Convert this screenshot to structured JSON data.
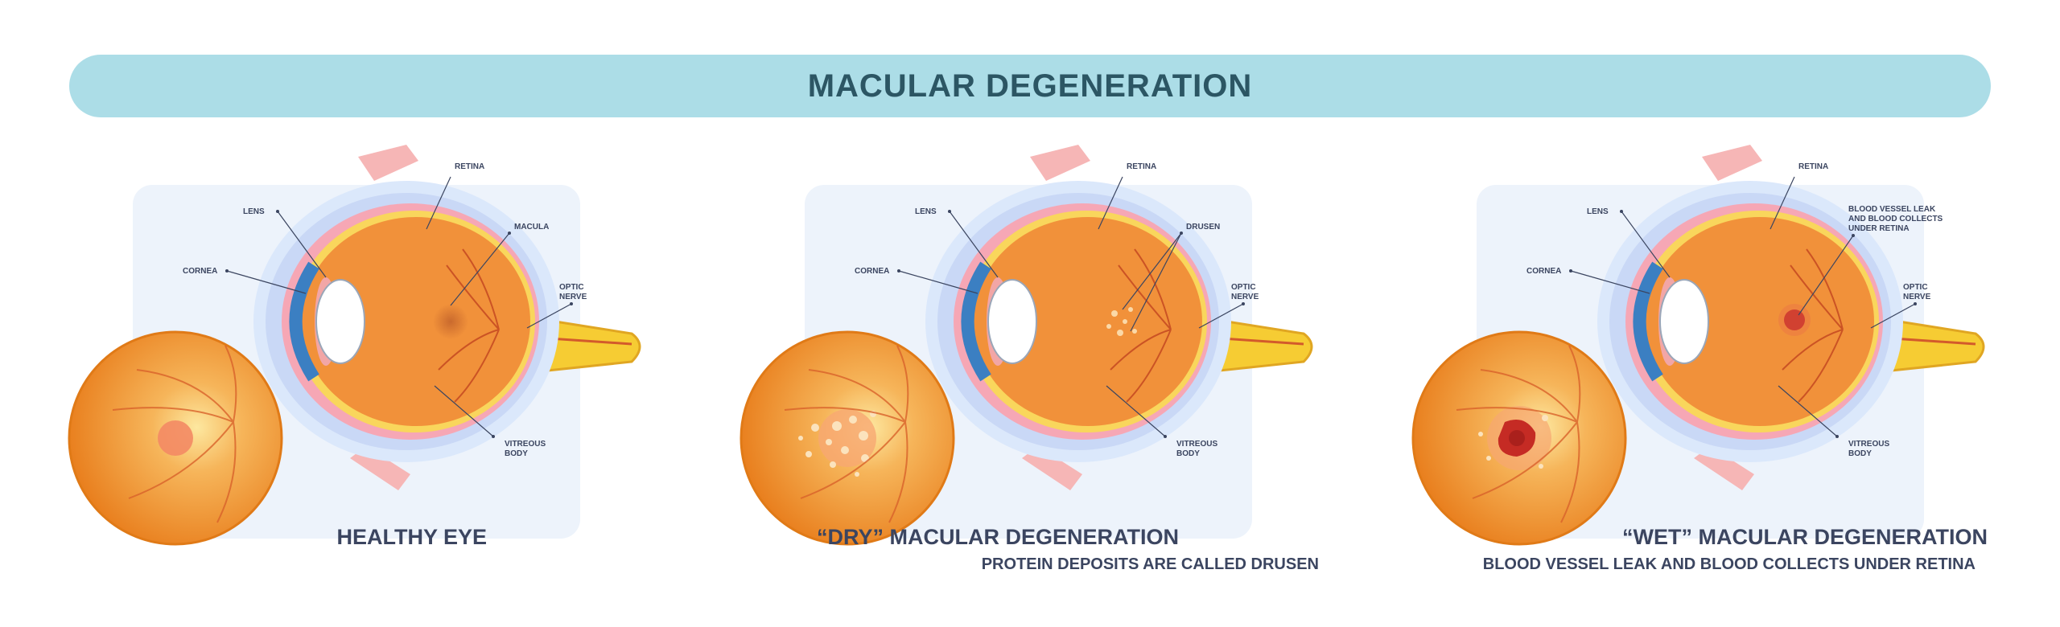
{
  "title": "MACULAR DEGENERATION",
  "colors": {
    "banner": "#acdde7",
    "title_text": "#2c5664",
    "panel_bg": "#edf3fb",
    "eyeball": "#f1913a",
    "optic_nerve": "#f6cc33",
    "sclera_pink": "#f3a7a7",
    "text_dark": "#3b4560"
  },
  "panels": [
    {
      "heading": "HEALTHY EYE",
      "subheading": "",
      "labels": {
        "retina": "RETINA",
        "lens": "LENS",
        "cornea": "CORNEA",
        "macula": "MACULA",
        "optic_1": "OPTIC",
        "optic_2": "NERVE",
        "vitreous_1": "VITREOUS",
        "vitreous_2": "BODY"
      }
    },
    {
      "heading": "“DRY” MACULAR DEGENERATION",
      "subheading": "PROTEIN DEPOSITS ARE CALLED DRUSEN",
      "labels": {
        "retina": "RETINA",
        "lens": "LENS",
        "cornea": "CORNEA",
        "drusen": "DRUSEN",
        "optic_1": "OPTIC",
        "optic_2": "NERVE",
        "vitreous_1": "VITREOUS",
        "vitreous_2": "BODY"
      }
    },
    {
      "heading": "“WET” MACULAR DEGENERATION",
      "subheading": "BLOOD VESSEL LEAK AND BLOOD COLLECTS UNDER RETINA",
      "labels": {
        "retina": "RETINA",
        "lens": "LENS",
        "cornea": "CORNEA",
        "leak_1": "BLOOD VESSEL LEAK",
        "leak_2": "AND BLOOD COLLECTS",
        "leak_3": "UNDER RETINA",
        "optic_1": "OPTIC",
        "optic_2": "NERVE",
        "vitreous_1": "VITREOUS",
        "vitreous_2": "BODY"
      }
    }
  ]
}
